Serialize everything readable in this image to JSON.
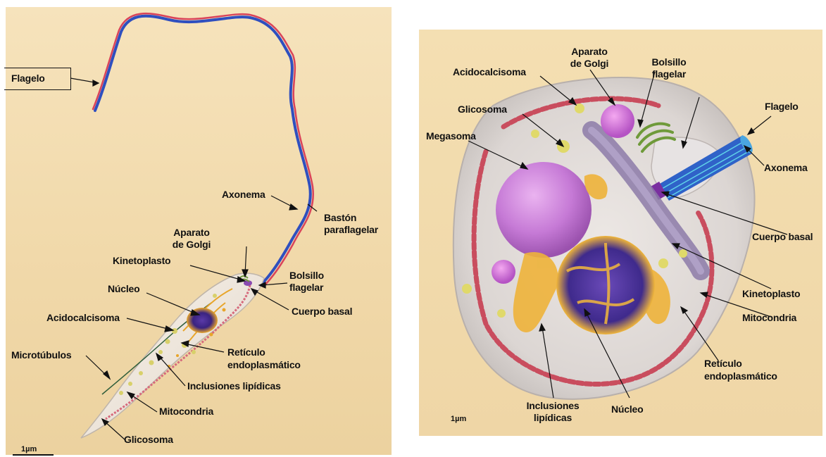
{
  "left_panel": {
    "labels": {
      "flagelo": "Flagelo",
      "axonema": "Axonema",
      "baston": "Bastón",
      "paraflagelar": "paraflagelar",
      "aparato": "Aparato",
      "de_golgi": "de Golgi",
      "kinetoplasto": "Kinetoplasto",
      "bolsillo": "Bolsillo",
      "flagelar": "flagelar",
      "nucleo": "Núcleo",
      "cuerpo_basal": "Cuerpo basal",
      "acidocalcisoma": "Acidocalcisoma",
      "reticulo": "Retículo",
      "endoplasmatico": "endoplasmático",
      "microtubulos": "Microtúbulos",
      "inclusiones": "Inclusiones lipídicas",
      "mitocondria": "Mitocondria",
      "glicosoma": "Glicosoma"
    },
    "scale": "1µm"
  },
  "right_panel": {
    "labels": {
      "aparato": "Aparato",
      "de_golgi": "de Golgi",
      "bolsillo": "Bolsillo",
      "flagelar": "flagelar",
      "acidocalcisoma": "Acidocalcisoma",
      "flagelo": "Flagelo",
      "glicosoma": "Glicosoma",
      "megasoma": "Megasoma",
      "axonema": "Axonema",
      "cuerpo_basal": "Cuerpo basal",
      "kinetoplasto": "Kinetoplasto",
      "mitocondria": "Mitocondria",
      "reticulo": "Retículo",
      "endoplasmatico": "endoplasmático",
      "inclusiones": "Inclusiones",
      "lipidicas": "lipídicas",
      "nucleo": "Núcleo"
    },
    "scale": "1µm"
  },
  "colors": {
    "background": "#f3ddb0",
    "flagellum_red": "#d9435a",
    "flagellum_blue": "#2f4fbf",
    "nucleus": "#4a2f95",
    "golgi": "#6f9a3a",
    "megasoma": "#c77ad6",
    "mitochondria": "#c94d5e",
    "er_gold": "#e9a92d",
    "lipid": "#e0d96a"
  }
}
